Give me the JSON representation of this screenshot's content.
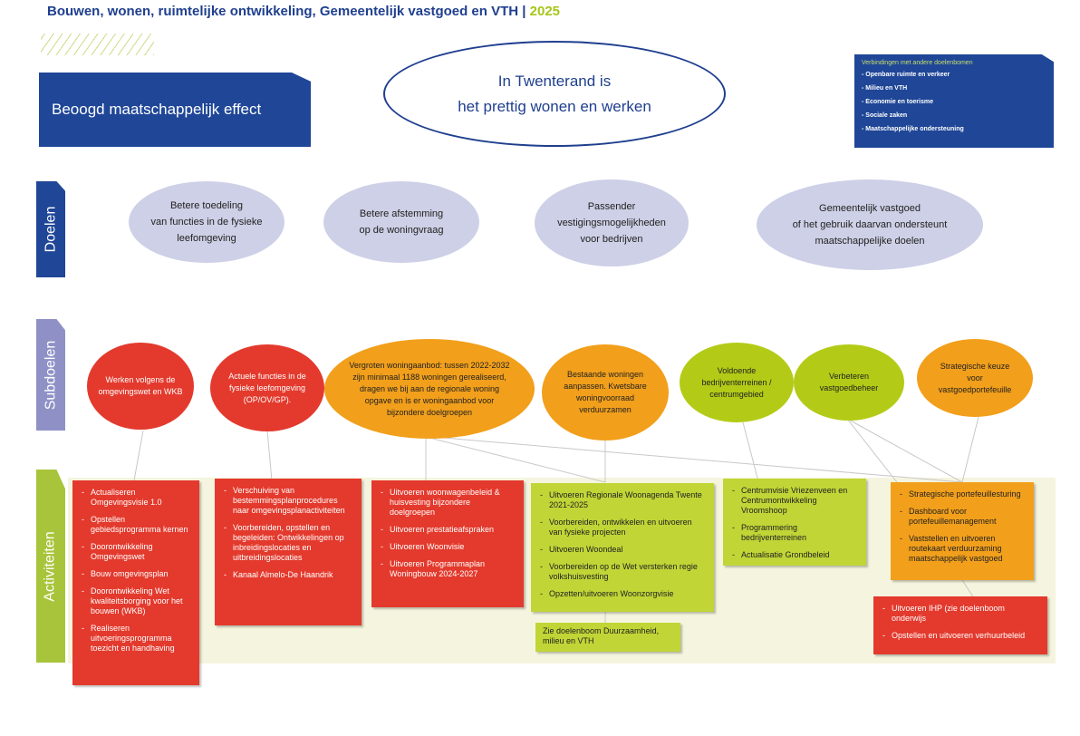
{
  "header": {
    "title": "Bouwen, wonen, ruimtelijke ontwikkeling, Gemeentelijk vastgoed en VTH |",
    "year": "2025"
  },
  "effect_label": "Beoogd maatschappelijk effect",
  "main_goal": {
    "line1": "In Twenterand is",
    "line2": "het prettig wonen en werken"
  },
  "links": {
    "heading": "Verbindingen met andere doelenbomen",
    "items": [
      "- Openbare ruimte en verkeer",
      "- Milieu en VTH",
      "- Economie en toerisme",
      "- Sociale zaken",
      "- Maatschappelijke ondersteuning"
    ]
  },
  "bands": {
    "goals": "Doelen",
    "subgoals": "Subdoelen",
    "activities": "Activiteiten"
  },
  "goals": [
    {
      "lines": [
        "Betere toedeling",
        "van functies in de fysieke",
        "leefomgeving"
      ]
    },
    {
      "lines": [
        "Betere afstemming",
        "op de woningvraag"
      ]
    },
    {
      "lines": [
        "Passender",
        "vestigingsmogelijkheden",
        "voor bedrijven"
      ]
    },
    {
      "lines": [
        "Gemeentelijk vastgoed",
        "of het gebruik daarvan ondersteunt",
        "maatschappelijke doelen"
      ]
    }
  ],
  "subgoals": [
    {
      "text": "Werken volgens de omgevingswet en WKB"
    },
    {
      "text": "Actuele functies in de fysieke leefomgeving (OP/OV/GP)."
    },
    {
      "text": "Vergroten woningaanbod: tussen 2022-2032 zijn minimaal 1188 woningen gerealiseerd, dragen we bij aan de regionale woning opgave en is er woningaanbod voor bijzondere doelgroepen"
    },
    {
      "text": "Bestaande woningen aanpassen. Kwetsbare woningvoorraad verduurzamen"
    },
    {
      "text": "Voldoende bedrijventerreinen / centrumgebied"
    },
    {
      "text": "Verbeteren vastgoedbeheer"
    },
    {
      "text": "Strategische keuze voor vastgoedportefeuille"
    }
  ],
  "activities": [
    {
      "items": [
        "Actualiseren Omgevingsvisie 1.0",
        "Opstellen gebiedsprogramma kernen",
        "Doorontwikkeling Omgevingswet",
        "Bouw omgevingsplan",
        "Doorontwikkeling Wet kwaliteitsborging voor het bouwen (WKB)",
        "Realiseren uitvoeringsprogramma toezicht en handhaving"
      ]
    },
    {
      "items": [
        "Verschuiving van bestemmingsplanprocedures naar omgevingsplanactiviteiten",
        "Voorbereiden, opstellen en begeleiden: Ontwikkelingen op inbreidingslocaties en uitbreidingslocaties",
        "Kanaal Almelo-De Haandrik"
      ]
    },
    {
      "items": [
        "Uitvoeren woonwagenbeleid & huisvesting bijzondere doelgroepen",
        "Uitvoeren prestatieafspraken",
        "Uitvoeren Woonvisie",
        "Uitvoeren Programmaplan Woningbouw 2024-2027"
      ]
    },
    {
      "items": [
        "Uitvoeren Regionale Woonagenda Twente 2021-2025",
        "Voorbereiden, ontwikkelen en uitvoeren van fysieke projecten",
        "Uitvoeren Woondeal",
        "Voorbereiden op de Wet versterken regie volkshuisvesting",
        "Opzetten/uitvoeren Woonzorgvisie"
      ]
    },
    {
      "items": [
        "Centrumvisie Vriezenveen en Centrumontwikkeling Vroomshoop",
        "Programmering bedrijventerreinen",
        "Actualisatie Grondbeleid"
      ]
    },
    {
      "items": [
        "Strategische portefeuillesturing",
        "Dashboard voor portefeuillemanagement",
        "Vaststellen en uitvoeren routekaart verduurzaming maatschappelijk vastgoed"
      ]
    },
    {
      "items": [
        "Uitvoeren IHP (zie doelenboom onderwijs",
        "Opstellen en uitvoeren verhuurbeleid"
      ]
    }
  ],
  "note": {
    "line1": "Zie doelenboom Duurzaamheid,",
    "line2": "milieu en VTH"
  },
  "colors": {
    "navy": "#1f4697",
    "red": "#e33a2d",
    "orange": "#f29f1b",
    "green": "#b3cb16",
    "lavender": "#cdd0e6",
    "lime_accent": "#a5c61a"
  }
}
